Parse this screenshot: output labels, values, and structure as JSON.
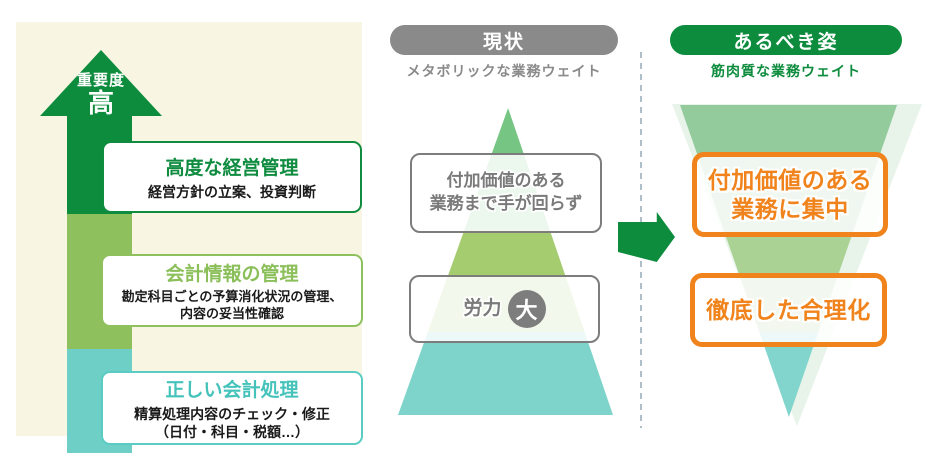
{
  "palette": {
    "dark_green": "#0e8c3e",
    "light_green": "#8ec05e",
    "teal": "#5accc3",
    "panel_bg": "#f8f6e3",
    "gray": "#8a8a8a",
    "orange": "#f0831c",
    "pyramid_green": "#77c583",
    "pyramid_yellow_green": "#a6cc70",
    "pyramid_teal": "#7ed4ca",
    "funnel_sage": "#93cb9c",
    "funnel_yellow_green": "#a9d294",
    "funnel_teal": "#82d5cc"
  },
  "importance_panel": {
    "arrow_label_top": "重要度",
    "arrow_label_big": "高",
    "levels": [
      {
        "title": "高度な経営管理",
        "desc_lines": [
          "経営方針の立案、投資判断"
        ]
      },
      {
        "title": "会計情報の管理",
        "desc_lines": [
          "勘定科目ごとの予算消化状況の管理、",
          "内容の妥当性確認"
        ]
      },
      {
        "title": "正しい会計処理",
        "desc_lines": [
          "精算処理内容のチェック・修正",
          "（日付・科目・税額…）"
        ]
      }
    ]
  },
  "current_state": {
    "header": "現状",
    "subtitle": "メタボリックな業務ウェイト",
    "note1_lines": [
      "付加価値のある",
      "業務まで手が回らず"
    ],
    "note2_label": "労力",
    "note2_badge": "大"
  },
  "ideal_state": {
    "header": "あるべき姿",
    "subtitle": "筋肉質な業務ウェイト",
    "goal1_lines": [
      "付加価値のある",
      "業務に集中"
    ],
    "goal2": "徹底した合理化"
  }
}
